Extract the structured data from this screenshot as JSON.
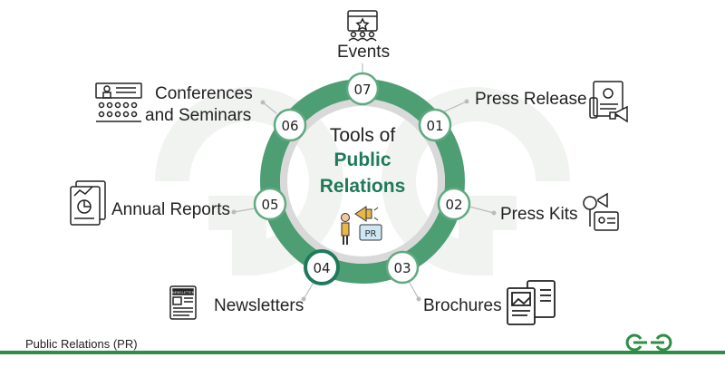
{
  "colors": {
    "ring": "#4e9e74",
    "ring_inner": "#d9d9d9",
    "node_fill": "#ffffff",
    "node_border": "#5faa80",
    "node_active_border": "#1f7a5a",
    "accent_text": "#1f7a5a",
    "icon_stroke": "#222222",
    "watermark": "#f1f3f1",
    "footer_bar": "#2f8d46"
  },
  "center": {
    "title_line1": "Tools of",
    "title_line2": "Public",
    "title_line3": "Relations",
    "badge": "PR"
  },
  "nodes": [
    {
      "num": "07",
      "label": "Events"
    },
    {
      "num": "01",
      "label": "Press Release"
    },
    {
      "num": "02",
      "label": "Press Kits"
    },
    {
      "num": "03",
      "label": "Brochures"
    },
    {
      "num": "04",
      "label": "Newsletters"
    },
    {
      "num": "05",
      "label": "Annual Reports"
    },
    {
      "num": "06",
      "label_line1": "Conferences",
      "label_line2": "and Seminars"
    }
  ],
  "icons": {
    "newsletter_masthead": "NEWSLETTER"
  },
  "footer": {
    "caption": "Public Relations (PR)"
  }
}
